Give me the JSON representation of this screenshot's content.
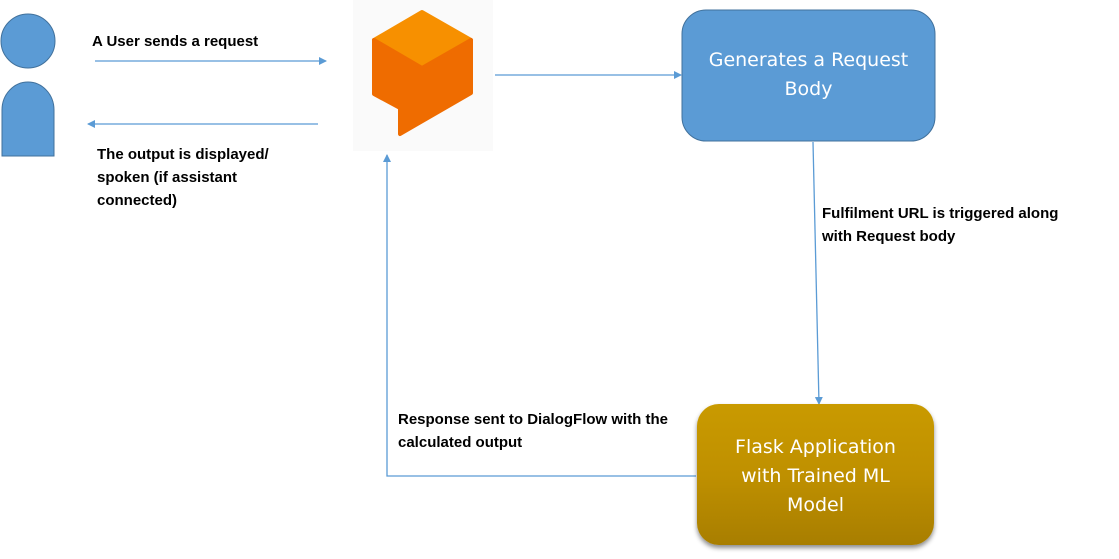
{
  "diagram": {
    "actors": [
      {
        "id": "user",
        "icon": "person-icon",
        "label": ""
      }
    ],
    "nodes": [
      {
        "id": "dialogflow",
        "icon": "dialogflow-logo-icon",
        "label": ""
      },
      {
        "id": "request-body",
        "label": "Generates a Request Body",
        "lines": [
          "Generates a Request",
          "Body"
        ],
        "color": "#5B9BD5"
      },
      {
        "id": "flask-app",
        "label": "Flask Application with Trained ML Model",
        "lines": [
          "Flask Application",
          "with Trained ML",
          "Model"
        ],
        "color": "#BF9000"
      }
    ],
    "edges": [
      {
        "from": "user",
        "to": "dialogflow",
        "label": "A User sends a request"
      },
      {
        "from": "dialogflow",
        "to": "user",
        "label": "The output is displayed/ spoken (if assistant connected)",
        "lines": [
          "The output is displayed/",
          "spoken (if assistant",
          "connected)"
        ]
      },
      {
        "from": "dialogflow",
        "to": "request-body",
        "label": ""
      },
      {
        "from": "request-body",
        "to": "flask-app",
        "label": "Fulfilment URL is triggered along with Request body",
        "lines": [
          "Fulfilment URL is triggered along",
          "with Request body"
        ]
      },
      {
        "from": "flask-app",
        "to": "dialogflow",
        "label": "Response sent to DialogFlow with the calculated output",
        "lines": [
          "Response sent to DialogFlow with the",
          "calculated output"
        ]
      }
    ],
    "colors": {
      "connector": "#5B9BD5",
      "user": "#5B9BD5",
      "logo_top": "#F79000",
      "logo_front": "#EF6C00"
    }
  }
}
